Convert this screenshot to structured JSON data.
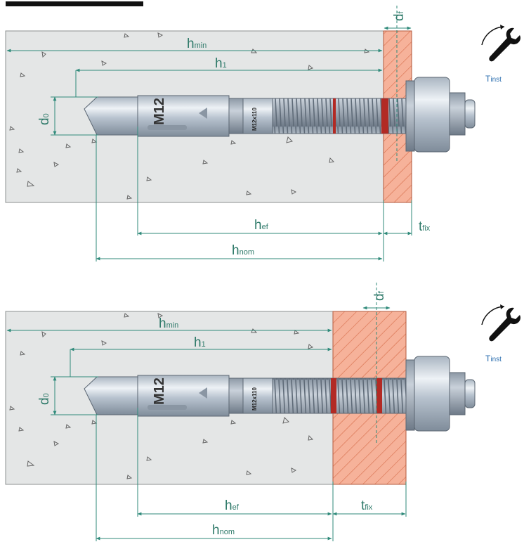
{
  "title_bar_color": "#111111",
  "colors": {
    "concrete": "#e4e6e6",
    "fixture": "#f6b29a",
    "hatch": "#d8714f",
    "dimension": "#2f8a7a",
    "label": "#2f7a6a",
    "torque_label": "#2c6fb0",
    "steel_light": "#d9dfe6",
    "steel_mid": "#a9b4c0",
    "thread_red": "#b22a24"
  },
  "diagrams": [
    {
      "id": "top",
      "labels": {
        "hmin": {
          "main": "h",
          "sub": "min"
        },
        "h1": {
          "main": "h",
          "sub": "1"
        },
        "d0": {
          "main": "d",
          "sub": "0"
        },
        "df": {
          "main": "d",
          "sub": "f"
        },
        "hef": {
          "main": "h",
          "sub": "ef"
        },
        "hnom": {
          "main": "h",
          "sub": "nom"
        },
        "tfix": {
          "main": "t",
          "sub": "fix"
        }
      },
      "torque": {
        "main": "T",
        "sub": "inst",
        "icon": "wrench-icon"
      },
      "anchor": {
        "size_marking": "M12",
        "stamp": "M12x110"
      }
    },
    {
      "id": "bottom",
      "labels": {
        "hmin": {
          "main": "h",
          "sub": "min"
        },
        "h1": {
          "main": "h",
          "sub": "1"
        },
        "d0": {
          "main": "d",
          "sub": "0"
        },
        "df": {
          "main": "d",
          "sub": "f"
        },
        "hef": {
          "main": "h",
          "sub": "ef"
        },
        "hnom": {
          "main": "h",
          "sub": "nom"
        },
        "tfix": {
          "main": "t",
          "sub": "fix"
        }
      },
      "torque": {
        "main": "T",
        "sub": "inst",
        "icon": "wrench-icon"
      },
      "anchor": {
        "size_marking": "M12",
        "stamp": "M12x110"
      }
    }
  ]
}
